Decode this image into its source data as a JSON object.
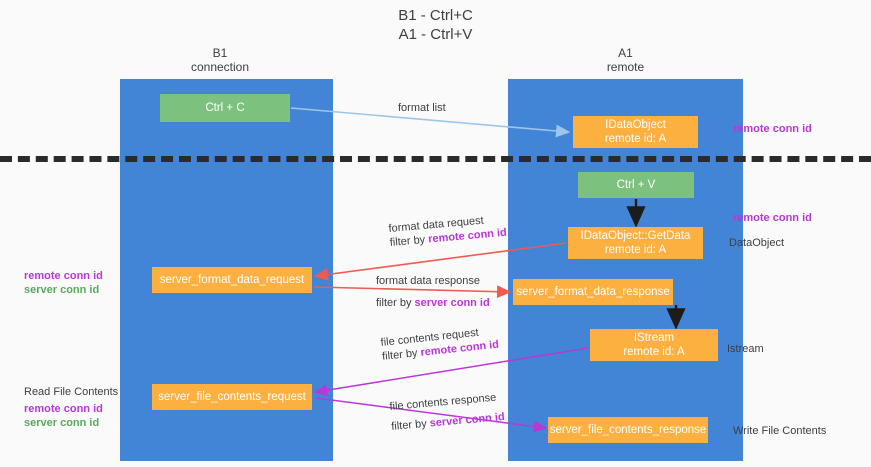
{
  "title": "B1 - Ctrl+C\nA1 - Ctrl+V",
  "lanes": [
    {
      "name": "lane-b1",
      "header": "B1\nconnection"
    },
    {
      "name": "lane-a1",
      "header": "A1\nremote"
    }
  ],
  "nodes": {
    "ctrl_c": {
      "line1": "Ctrl + C",
      "line2": "",
      "color": "#7dc17f"
    },
    "dataobject_remote": {
      "line1": "IDataObject",
      "line2": "remote id: A",
      "color": "#fbb040"
    },
    "ctrl_v": {
      "line1": "Ctrl + V",
      "line2": "",
      "color": "#7dc17f"
    },
    "getdata": {
      "line1": "IDataObject::GetData",
      "line2": "remote id: A",
      "color": "#fbb040"
    },
    "server_format_data_request": {
      "line1": "server_format_data_request",
      "line2": "",
      "color": "#fbb040"
    },
    "server_format_data_response": {
      "line1": "server_format_data_response",
      "line2": "",
      "color": "#fbb040"
    },
    "istream": {
      "line1": "IStream",
      "line2": "remote id: A",
      "color": "#fbb040"
    },
    "server_file_contents_request": {
      "line1": "server_file_contents_request",
      "line2": "",
      "color": "#fbb040"
    },
    "server_file_contents_response": {
      "line1": "server_file_contents_response",
      "line2": "",
      "color": "#fbb040"
    }
  },
  "edge_labels": {
    "format_list": "format list",
    "format_data_request": "format data request",
    "format_data_request_filter_prefix": "filter by ",
    "format_data_request_filter_key": "remote conn id",
    "format_data_response": "format data response",
    "format_data_response_filter_prefix": "filter by ",
    "format_data_response_filter_key": "server conn id",
    "file_contents_request": "file contents request",
    "file_contents_request_filter_prefix": "filter by ",
    "file_contents_request_filter_key": "remote conn id",
    "file_contents_response": "file contents response",
    "file_contents_response_filter_prefix": "filter by ",
    "file_contents_response_filter_key": "server conn id"
  },
  "side_labels": {
    "remote_conn_id_top": "remote conn id",
    "remote_conn_id_mid": "remote conn id",
    "dataobject": "DataObject",
    "istream": "Istream",
    "write_file_contents": "Write File Contents",
    "read_file_contents": "Read File Contents"
  },
  "legends": {
    "mid": {
      "remote": "remote conn id",
      "server": "server conn id"
    },
    "bottom": {
      "remote": "remote conn id",
      "server": "server conn id"
    }
  },
  "colors": {
    "lane": "#4285d6",
    "green_node": "#7dc17f",
    "orange_node": "#fbb040",
    "purple_text": "#b838d6",
    "green_text": "#5aa85c",
    "arrow_blue": "#9ec5ea",
    "arrow_red": "#ef5a52",
    "arrow_purple": "#b838d6",
    "arrow_black": "#1c1c1c",
    "divider": "#2b2b2b",
    "background": "#fafafa"
  }
}
